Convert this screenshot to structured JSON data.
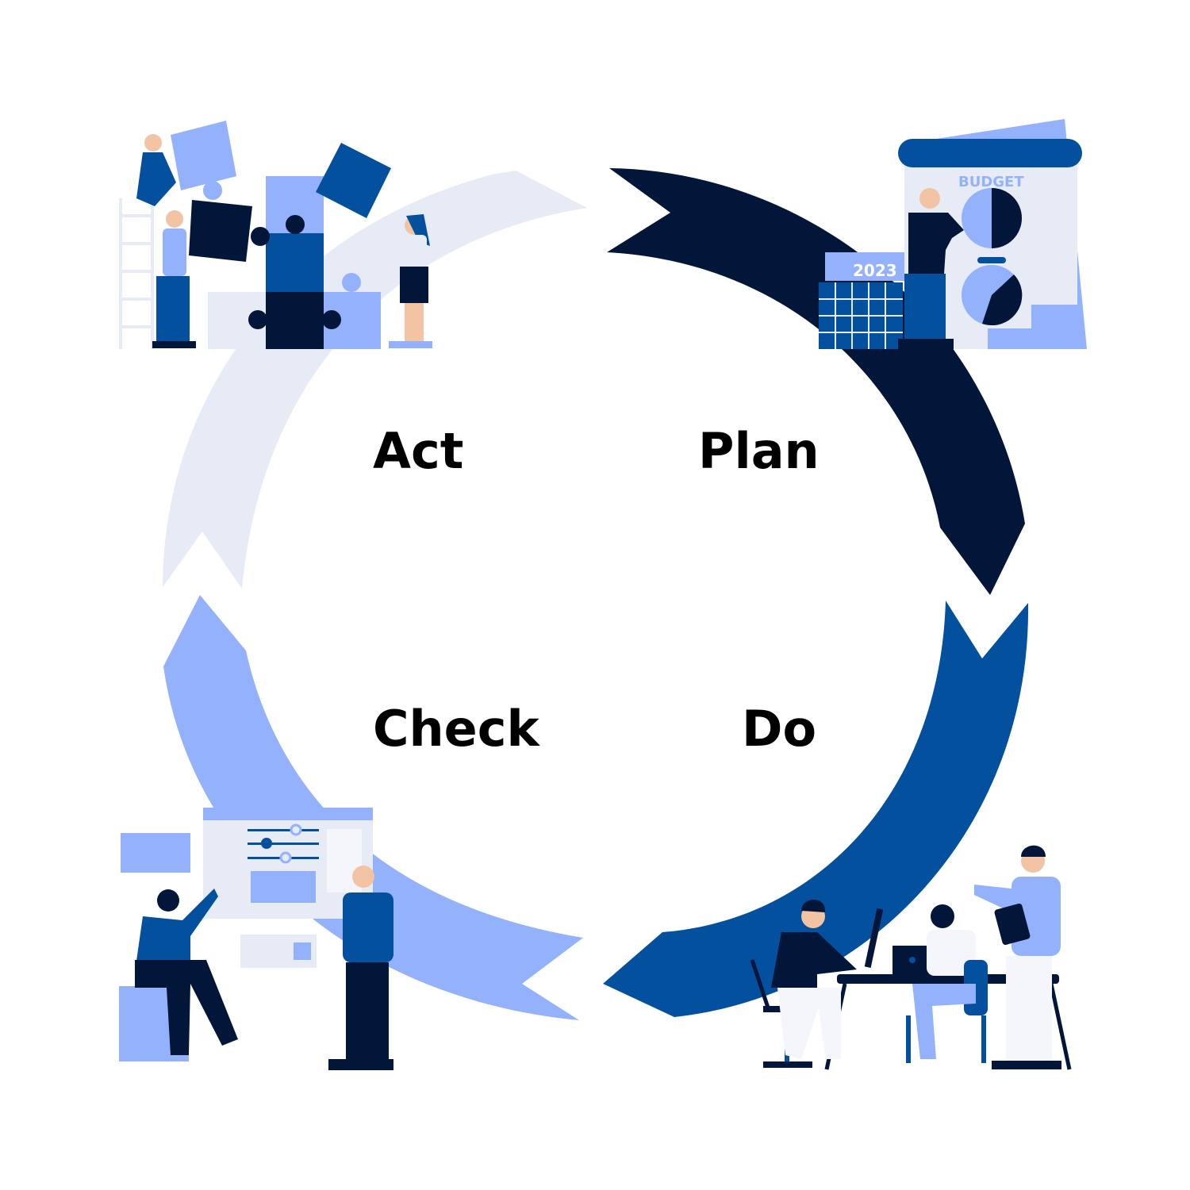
{
  "cycle": {
    "stages": [
      {
        "key": "plan",
        "label": "Plan",
        "color": "#011638"
      },
      {
        "key": "do",
        "label": "Do",
        "color": "#03509f"
      },
      {
        "key": "check",
        "label": "Check",
        "color": "#94b1fc"
      },
      {
        "key": "act",
        "label": "Act",
        "color": "#e6ebf5"
      }
    ]
  },
  "illustrations": {
    "plan": {
      "chart_heading": "BUDGET",
      "calendar_year": "2023",
      "icon": "budget-planning-illustration"
    },
    "do": {
      "icon": "team-working-at-desk-illustration"
    },
    "check": {
      "icon": "dashboard-review-illustration"
    },
    "act": {
      "icon": "puzzle-team-illustration"
    }
  },
  "palette": {
    "navy": "#011638",
    "blue": "#03509f",
    "periwinkle": "#94b1fc",
    "pale": "#e6ebf5",
    "skin": "#f2c4a4"
  }
}
